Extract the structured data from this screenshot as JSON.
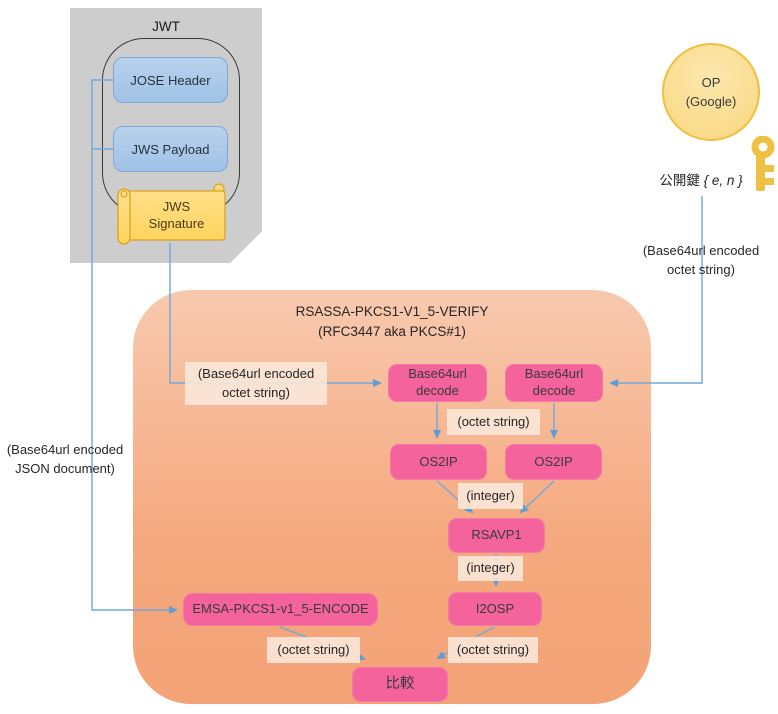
{
  "colors": {
    "document_gray": "#CDCDCD",
    "fold_gray": "#A6A6A6",
    "blue_box": "#A9C6E8",
    "blue_box_border": "#7FA7D8",
    "scroll_yellow": "#FFD966",
    "scroll_border": "#D9A420",
    "op_circle_fill": "#F9D77E",
    "op_circle_border": "#EFBF3F",
    "key_gold": "#EFC143",
    "verify_container_top": "#F8C9AF",
    "verify_container_bottom": "#F4A376",
    "node_pink": "#F4639B",
    "label_peach": "#FCE8DB",
    "connector_blue": "#6FA8DC"
  },
  "jwt": {
    "title": "JWT",
    "jose_header": "JOSE Header",
    "jws_payload": "JWS Payload",
    "jws_signature_line1": "JWS",
    "jws_signature_line2": "Signature"
  },
  "op": {
    "line1": "OP",
    "line2": "(Google)",
    "public_key_prefix": "公開鍵 ",
    "public_key_params": "{ e, n }"
  },
  "annotations": {
    "op_encoding_line1": "(Base64url encoded",
    "op_encoding_line2": "octet string)",
    "jose_encoding_line1": "(Base64url encoded",
    "jose_encoding_line2": "JSON document)",
    "signature_encoding_line1": "(Base64url encoded",
    "signature_encoding_line2": "octet string)",
    "octet_string_top": "(octet string)",
    "integer_top": "(integer)",
    "integer_bottom": "(integer)",
    "octet_string_bottom_left": "(octet string)",
    "octet_string_bottom_right": "(octet string)"
  },
  "verify": {
    "title_line1": "RSASSA-PKCS1-V1_5-VERIFY",
    "title_line2": "(RFC3447 aka PKCS#1)",
    "nodes": {
      "decode_left": "Base64url decode",
      "decode_right": "Base64url decode",
      "os2ip_left": "OS2IP",
      "os2ip_right": "OS2IP",
      "rsavp1": "RSAVP1",
      "i2osp": "I2OSP",
      "emsa": "EMSA-PKCS1-v1_5-ENCODE",
      "compare": "比較"
    }
  }
}
